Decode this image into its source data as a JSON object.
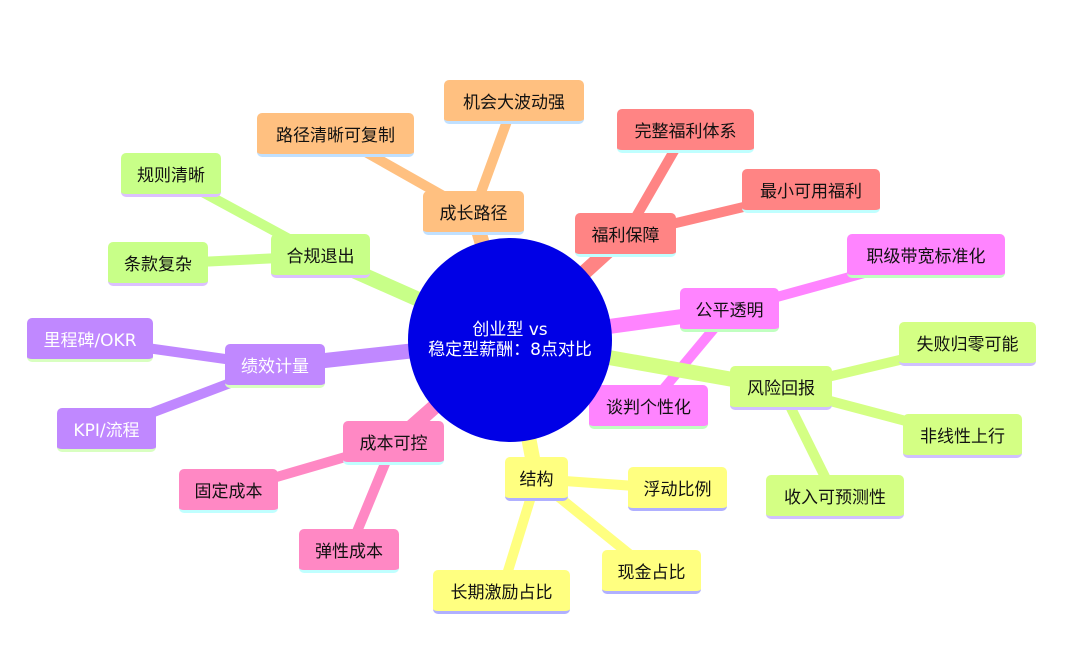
{
  "center": {
    "line1": "创业型 vs",
    "line2": "稳定型薪酬：8点对比"
  },
  "branches": [
    {
      "label": "成长路径",
      "color": "#ffc080",
      "accent": "#c0e0ff",
      "text": "#111111",
      "children": [
        "机会大波动强",
        "路径清晰可复制"
      ]
    },
    {
      "label": "福利保障",
      "color": "#ff8484",
      "accent": "#c0ffff",
      "text": "#111111",
      "children": [
        "完整福利体系",
        "最小可用福利"
      ]
    },
    {
      "label": "公平透明",
      "color": "#ff84ff",
      "accent": "#c0ffc0",
      "text": "#111111",
      "children": [
        "职级带宽标准化",
        "谈判个性化"
      ]
    },
    {
      "label": "风险回报",
      "color": "#d4ff84",
      "accent": "#d0c0ff",
      "text": "#111111",
      "children": [
        "失败归零可能",
        "非线性上行",
        "收入可预测性"
      ]
    },
    {
      "label": "结构",
      "color": "#ffff80",
      "accent": "#b0b0ff",
      "text": "#111111",
      "children": [
        "浮动比例",
        "现金占比",
        "长期激励占比"
      ]
    },
    {
      "label": "成本可控",
      "color": "#ff88c4",
      "accent": "#c0ffff",
      "text": "#111111",
      "children": [
        "固定成本",
        "弹性成本"
      ]
    },
    {
      "label": "绩效计量",
      "color": "#c088ff",
      "accent": "#d8ffc0",
      "text": "#ffffff",
      "children": [
        "里程碑/OKR",
        "KPI/流程"
      ]
    },
    {
      "label": "合规退出",
      "color": "#c8ff88",
      "accent": "#dcc0ff",
      "text": "#111111",
      "children": [
        "规则清晰",
        "条款复杂"
      ]
    }
  ]
}
